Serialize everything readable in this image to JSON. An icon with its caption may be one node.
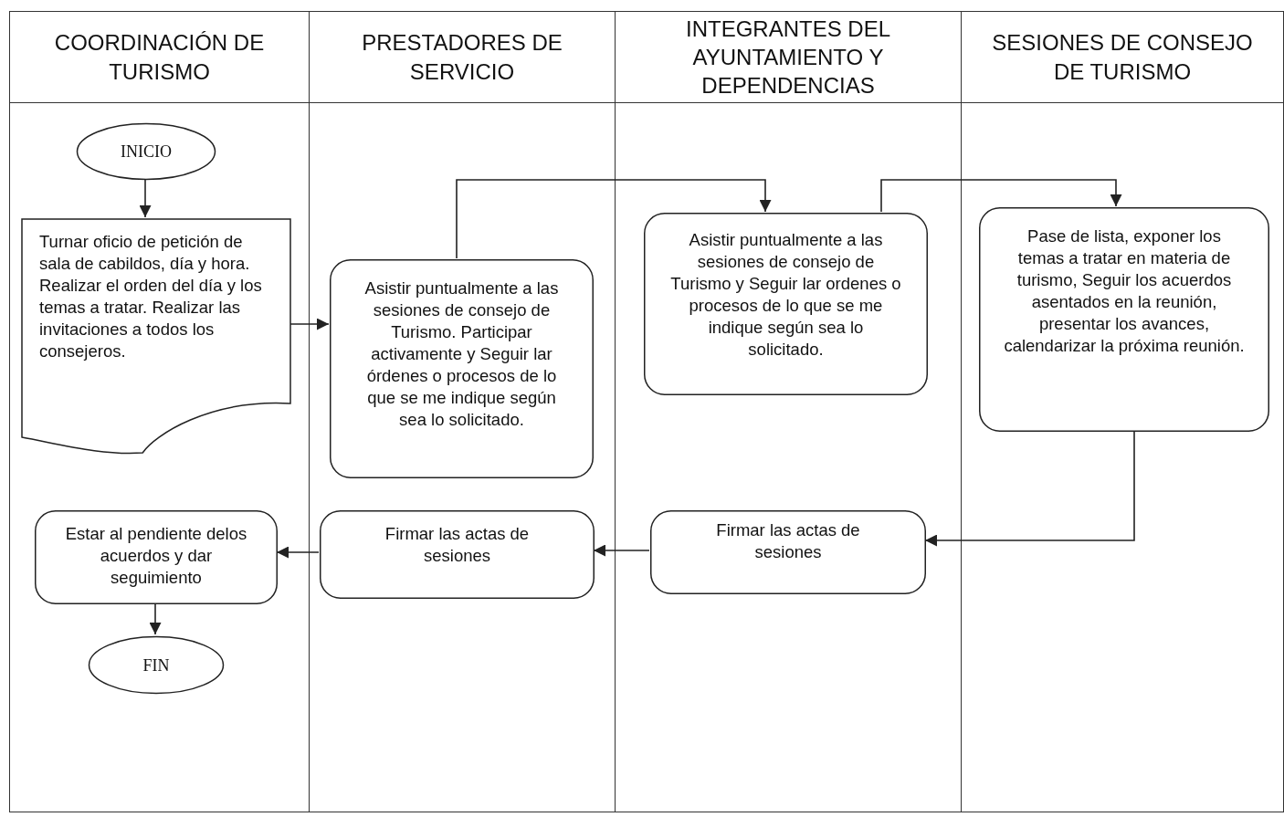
{
  "diagram": {
    "nodes": [
      {
        "text": [
          "COORDINACIÓN DE TURISMO"
        ]
      },
      {
        "text": [
          "PRESTADORES DE SERVICIO"
        ]
      },
      {
        "text": [
          "INTEGRANTES DEL AYUNTAMIENTO Y DEPENDENCIAS"
        ]
      },
      {
        "text": [
          "SESIONES DE CONSEJO DE TURISMO"
        ]
      },
      {
        "text": [
          "INICIO"
        ],
        "in": 0
      },
      {
        "text": [
          "Turnar oficio de petición de sala de cabildos, día y hora. Realizar el orden del día y los temas a tratar. Realizar las invitaciones a todos los consejeros."
        ],
        "in": 0
      },
      {
        "text": [
          "Asistir puntualmente a las sesiones de consejo de Turismo. Participar activamente y Seguir lar órdenes o procesos de lo que se me indique según sea lo solicitado."
        ],
        "in": 1
      },
      {
        "text": [
          "Asistir puntualmente a las sesiones de consejo de Turismo y Seguir lar ordenes o procesos de lo que se me indique según sea lo solicitado."
        ],
        "in": 2
      },
      {
        "text": [
          "Pase de lista, exponer los temas a tratar en materia de turismo, Seguir los acuerdos asentados en la reunión, presentar los avances, calendarizar la próxima reunión."
        ],
        "in": 3
      },
      {
        "text": [
          "Estar al pendiente delos acuerdos y dar seguimiento"
        ],
        "in": 0
      },
      {
        "text": [
          "Firmar las actas de sesiones"
        ],
        "in": 1
      },
      {
        "text": [
          "Firmar las actas de sesiones"
        ],
        "in": 2
      },
      {
        "text": [
          "FIN"
        ],
        "in": 0
      }
    ],
    "edges": [
      {
        "from": 4,
        "to": 5,
        "arrow": "to"
      },
      {
        "from": 5,
        "to": 6,
        "arrow": "to"
      },
      {
        "from": 6,
        "to": 7,
        "arrow": "to"
      },
      {
        "from": 7,
        "to": 8,
        "arrow": "to"
      },
      {
        "from": 8,
        "to": 11,
        "arrow": "to"
      },
      {
        "from": 11,
        "to": 10,
        "arrow": "to"
      },
      {
        "from": 10,
        "to": 9,
        "arrow": "to"
      },
      {
        "from": 9,
        "to": 12,
        "arrow": "to"
      }
    ]
  }
}
